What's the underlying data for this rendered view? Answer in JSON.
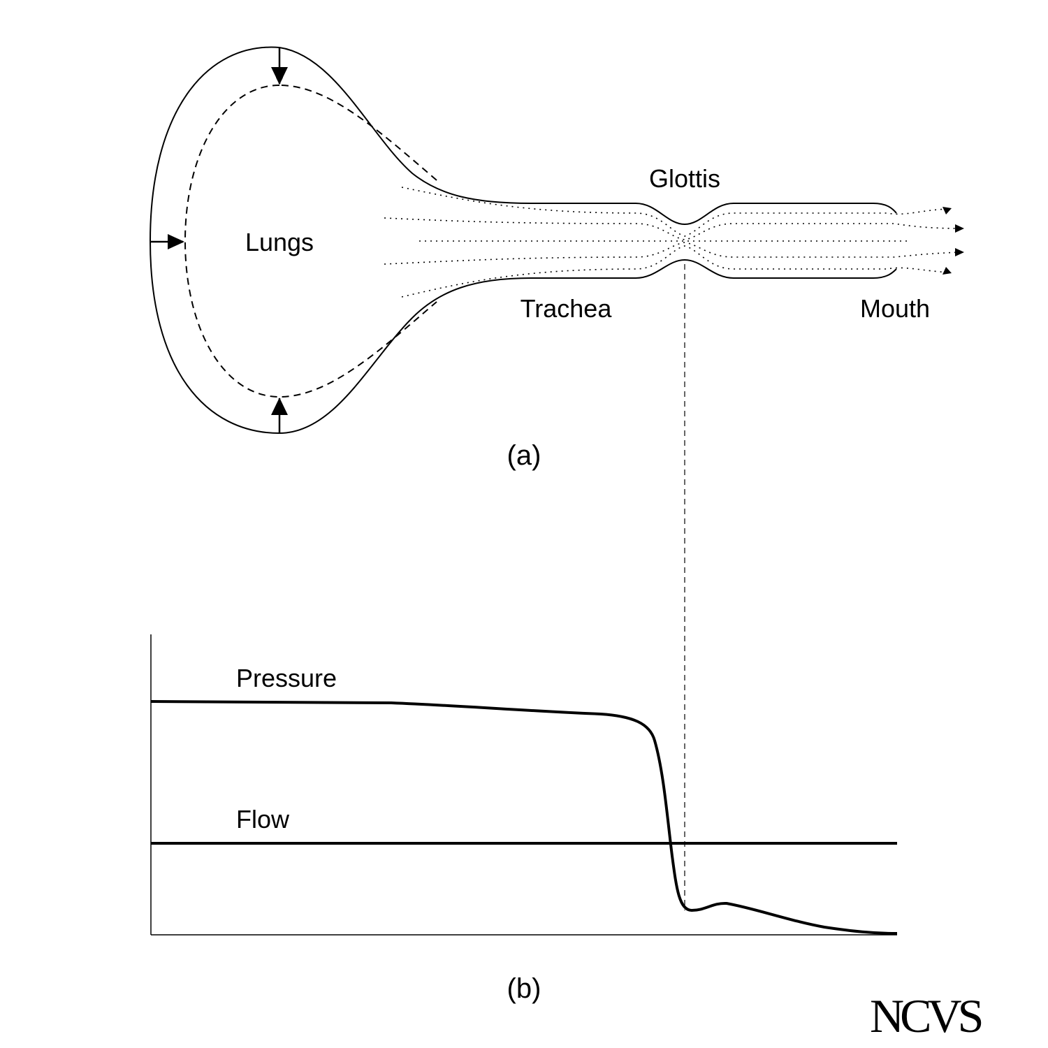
{
  "diagram_a": {
    "labels": {
      "lungs": "Lungs",
      "glottis": "Glottis",
      "trachea": "Trachea",
      "mouth": "Mouth"
    },
    "caption": "(a)"
  },
  "diagram_b": {
    "labels": {
      "pressure": "Pressure",
      "flow": "Flow"
    },
    "caption": "(b)"
  },
  "logo": "NCVS"
}
